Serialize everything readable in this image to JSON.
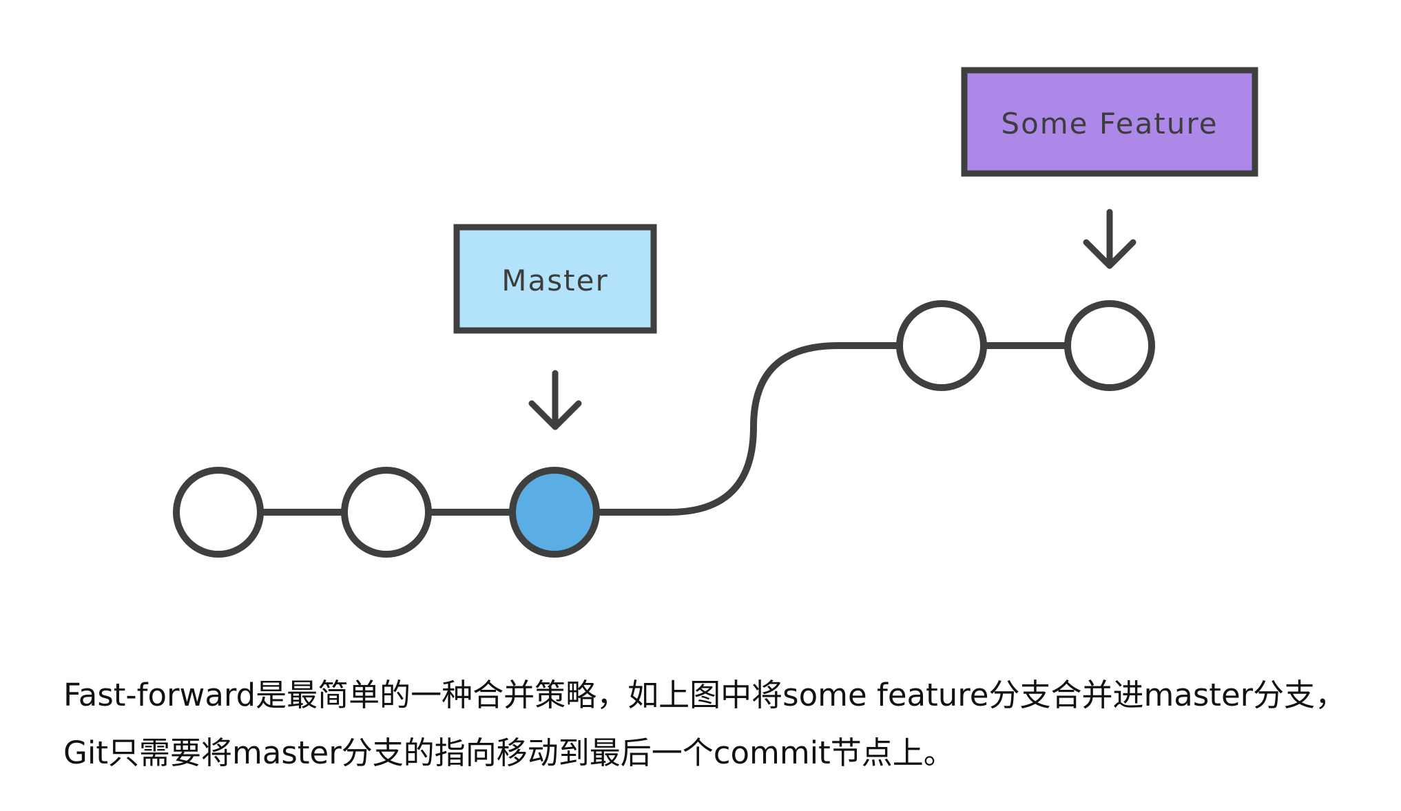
{
  "diagram": {
    "colors": {
      "stroke": "#3f3f3f",
      "node_fill": "#ffffff",
      "current_commit_fill": "#5aaee3",
      "master_label_fill": "#b3e2fb",
      "feature_label_fill": "#ae88e8"
    },
    "labels": {
      "master": "Master",
      "feature": "Some Feature"
    },
    "commits": [
      {
        "branch": "master"
      },
      {
        "branch": "master"
      },
      {
        "branch": "master",
        "current": true
      },
      {
        "branch": "feature"
      },
      {
        "branch": "feature"
      }
    ],
    "icons": {
      "master_pointer": "arrow-down-icon",
      "feature_pointer": "arrow-down-icon"
    }
  },
  "caption": {
    "text": "Fast-forward是最简单的一种合并策略，如上图中将some feature分支合并进master分支，Git只需要将master分支的指向移动到最后一个commit节点上。"
  }
}
